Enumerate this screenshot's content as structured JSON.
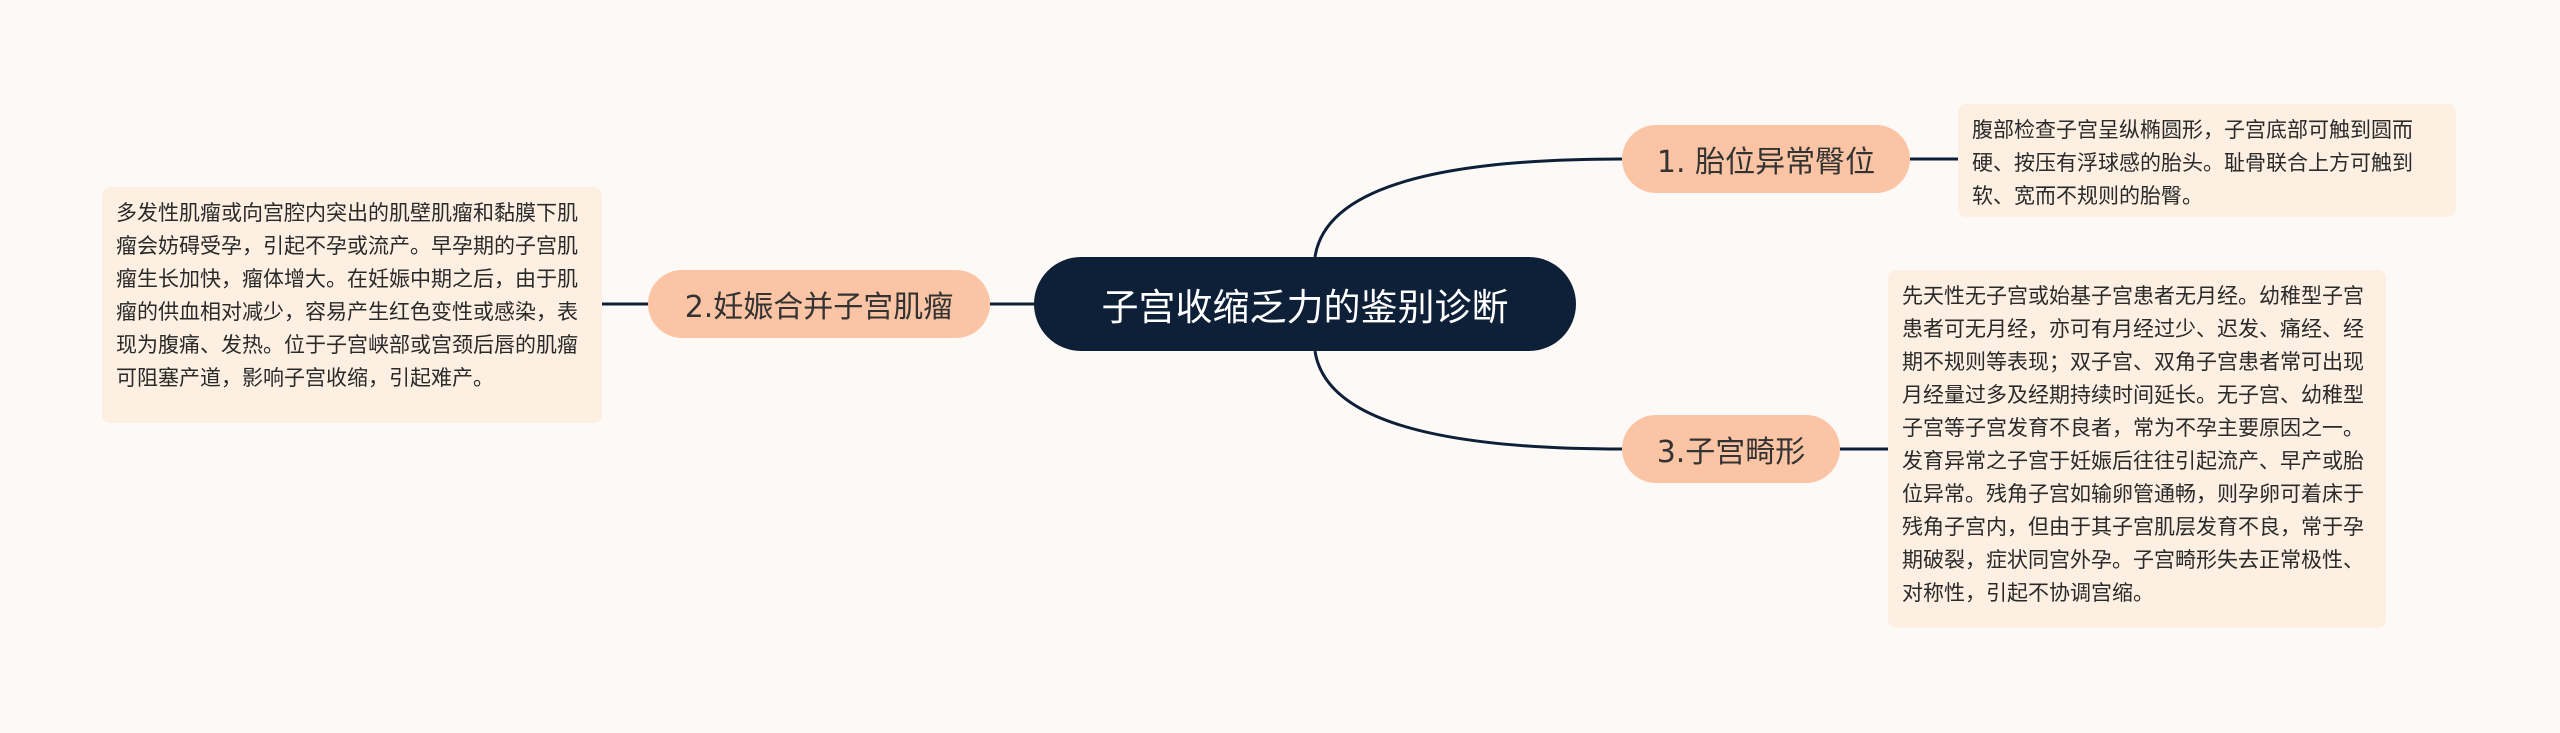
{
  "root": {
    "label": "子宫收缩乏力的鉴别诊断"
  },
  "branches": [
    {
      "label": "1. 胎位异常臀位",
      "detail": "腹部检查子宫呈纵椭圆形，子宫底部可触到圆而硬、按压有浮球感的胎头。耻骨联合上方可触到软、宽而不规则的胎臀。"
    },
    {
      "label": "2.妊娠合并子宫肌瘤",
      "detail": "多发性肌瘤或向宫腔内突出的肌壁肌瘤和黏膜下肌瘤会妨碍受孕，引起不孕或流产。早孕期的子宫肌瘤生长加快，瘤体增大。在妊娠中期之后，由于肌瘤的供血相对减少，容易产生红色变性或感染，表现为腹痛、发热。位于子宫峡部或宫颈后唇的肌瘤可阻塞产道，影响子宫收缩，引起难产。"
    },
    {
      "label": "3.子宫畸形",
      "detail": "先天性无子宫或始基子宫患者无月经。幼稚型子宫患者可无月经，亦可有月经过少、迟发、痛经、经期不规则等表现；双子宫、双角子宫患者常可出现月经量过多及经期持续时间延长。无子宫、幼稚型子宫等子宫发育不良者，常为不孕主要原因之一。发育异常之子宫于妊娠后往往引起流产、早产或胎位异常。残角子宫如输卵管通畅，则孕卵可着床于残角子宫内，但由于其子宫肌层发育不良，常于孕期破裂，症状同宫外孕。子宫畸形失去正常极性、对称性，引起不协调宫缩。"
    }
  ],
  "colors": {
    "background": "#fdf9f7",
    "root_fill": "#0e1f38",
    "branch_fill": "#fbc4a4",
    "leaf_fill": "#fdf0e3",
    "connector": "#0e1f38"
  }
}
